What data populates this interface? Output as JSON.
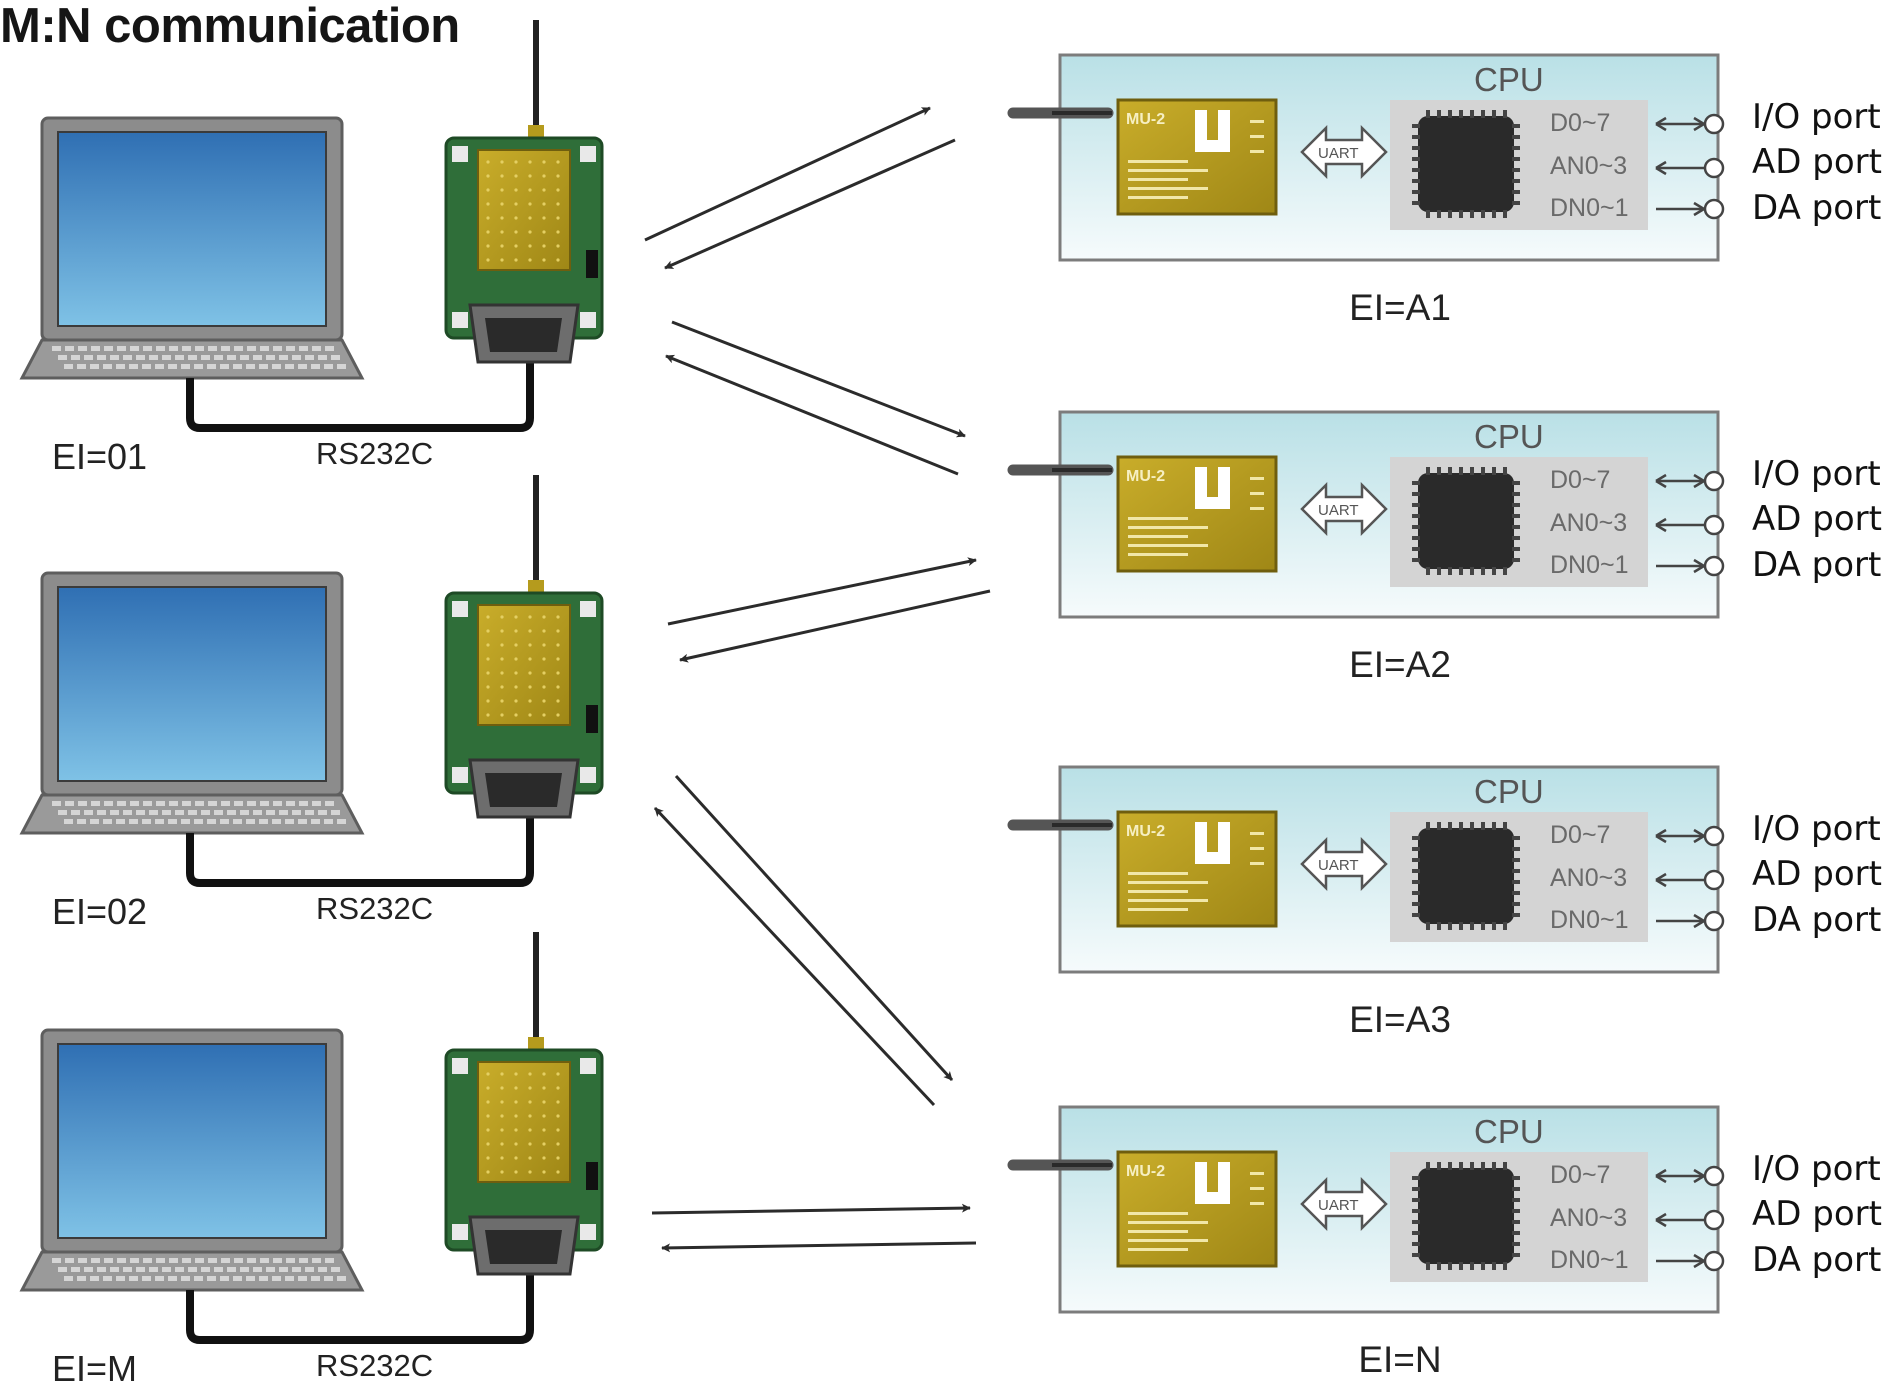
{
  "title": "M:N communication",
  "cable_label": "RS232C",
  "masters": [
    {
      "ei": "EI=01"
    },
    {
      "ei": "EI=02"
    },
    {
      "ei": "EI=M"
    }
  ],
  "slaves": [
    {
      "ei": "EI=A1"
    },
    {
      "ei": "EI=A2"
    },
    {
      "ei": "EI=A3"
    },
    {
      "ei": "EI=N"
    }
  ],
  "slave_box": {
    "cpu_label": "CPU",
    "uart_label": "UART",
    "module_text": "MU-2",
    "pins": [
      "D0~7",
      "AN0~3",
      "DN0~1"
    ],
    "ports": [
      "I/O port",
      "AD port",
      "DA port"
    ]
  },
  "colors": {
    "laptop_body": "#7f7f7f",
    "screen": "#4a90c8",
    "pcb": "#2f6e39",
    "module_gold": "#b59b1d",
    "box_top": "#bfe3e8",
    "chip": "#2a2a2a"
  }
}
